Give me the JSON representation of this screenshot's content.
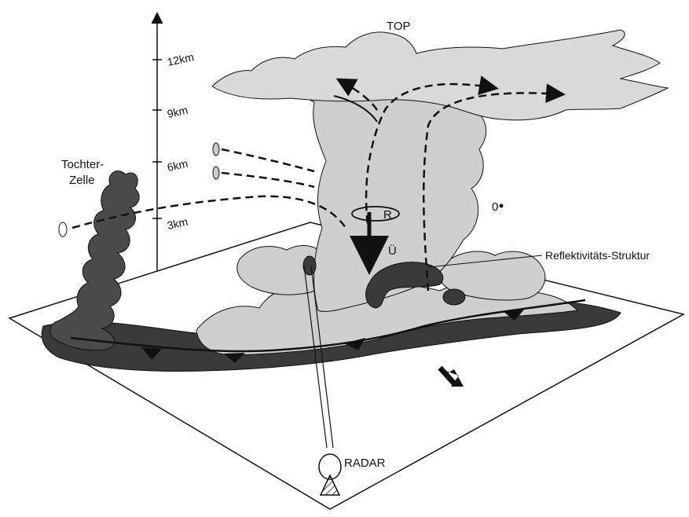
{
  "labels": {
    "top": "TOP",
    "tochter_zelle_line1": "Tochter-",
    "tochter_zelle_line2": "Zelle",
    "reflektivitaet": "Reflektivitäts-Struktur",
    "radar": "RADAR",
    "r_marker": "R",
    "u_marker": "Ü",
    "zero_marker": "0"
  },
  "altitude_axis": {
    "ticks": [
      "12km",
      "9km",
      "6km",
      "3km"
    ]
  },
  "colors": {
    "anvil": "#d9d9d9",
    "cloud": "#cfcfcf",
    "precip": "#3a3a3a",
    "daughter": "#4a4a4a",
    "line": "#111111"
  }
}
